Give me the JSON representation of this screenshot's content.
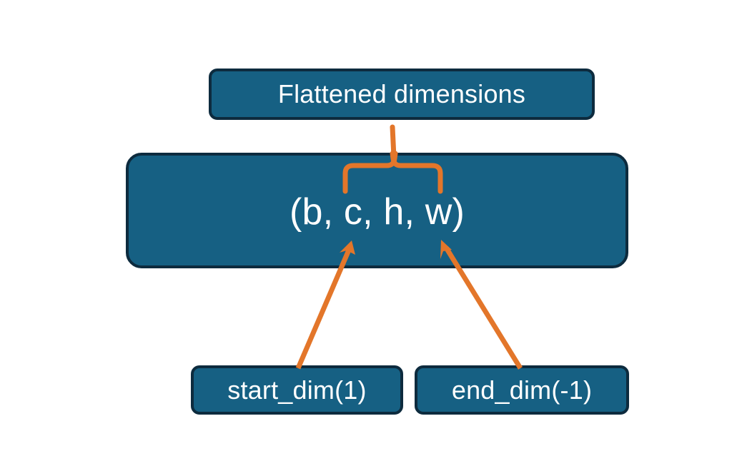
{
  "diagram": {
    "title_node": {
      "label": "Flattened dimensions"
    },
    "shape_node": {
      "label": "(b, c, h, w)"
    },
    "start_node": {
      "label": "start_dim(1)"
    },
    "end_node": {
      "label": "end_dim(-1)"
    },
    "colors": {
      "node_fill": "#166083",
      "node_border": "#0d2b3e",
      "node_text": "#ffffff",
      "connector": "#e3762a",
      "background": "#ffffff"
    },
    "connectors": [
      {
        "name": "brace-to-flattened",
        "kind": "curly-brace-up",
        "spans_dims": [
          "c",
          "h"
        ],
        "from": "shape_node",
        "to": "title_node"
      },
      {
        "name": "start-dim-arrow",
        "kind": "arrow",
        "from": "start_node",
        "to": "shape_node"
      },
      {
        "name": "end-dim-arrow",
        "kind": "arrow",
        "from": "end_node",
        "to": "shape_node"
      }
    ]
  }
}
